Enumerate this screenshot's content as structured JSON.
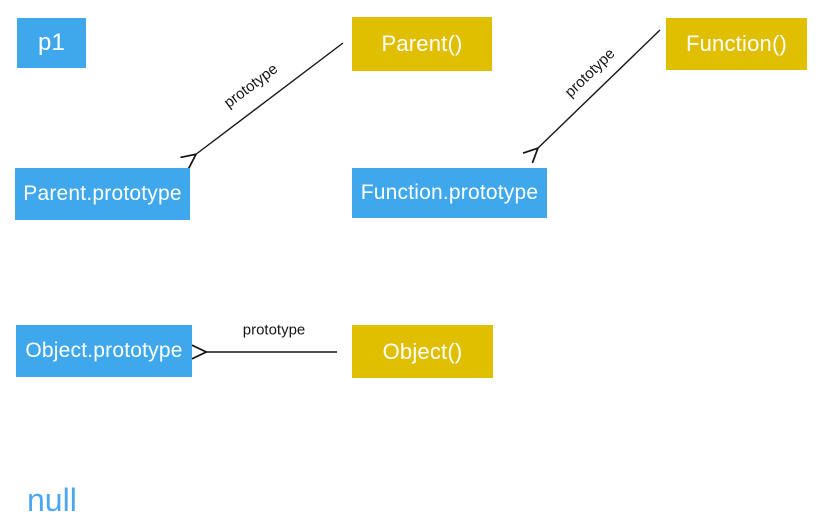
{
  "diagram": {
    "colors": {
      "instance_and_prototype_blue": "#3fa7ec",
      "constructor_yellow": "#e0be00",
      "arrow_black": "#161616",
      "null_text_blue": "#4ba7f0",
      "node_text_white": "#ffffff",
      "background": "#ffffff"
    },
    "nodes": [
      {
        "id": "p1",
        "label": "p1"
      },
      {
        "id": "parent-constructor",
        "label": "Parent()"
      },
      {
        "id": "function-constructor",
        "label": "Function()"
      },
      {
        "id": "parent-prototype",
        "label": "Parent.prototype"
      },
      {
        "id": "function-prototype",
        "label": "Function.prototype"
      },
      {
        "id": "object-prototype",
        "label": "Object.prototype"
      },
      {
        "id": "object-constructor",
        "label": "Object()"
      }
    ],
    "edges": [
      {
        "from": "Parent()",
        "to": "Parent.prototype",
        "label": "prototype"
      },
      {
        "from": "Function()",
        "to": "Function.prototype",
        "label": "prototype"
      },
      {
        "from": "Object()",
        "to": "Object.prototype",
        "label": "prototype"
      }
    ],
    "null_label": "null"
  }
}
